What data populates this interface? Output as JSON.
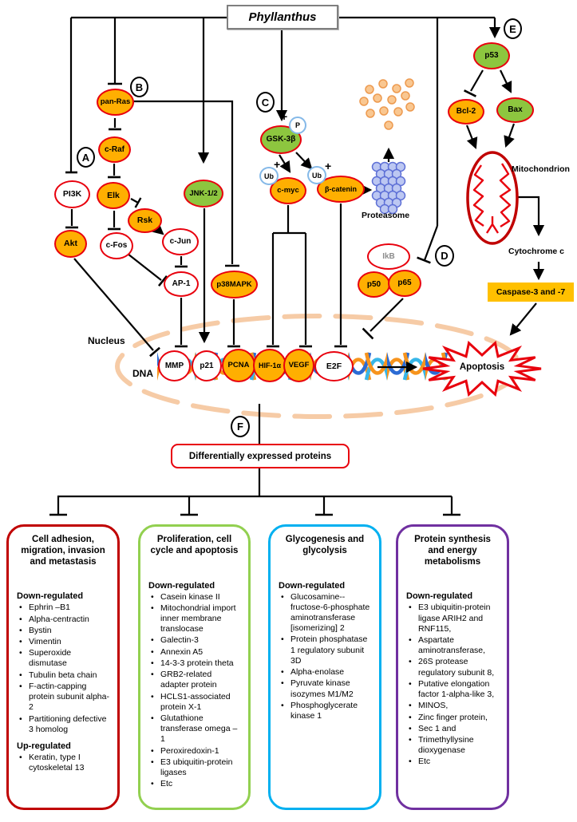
{
  "title": "Phyllanthus",
  "tags": {
    "a": "A",
    "b": "B",
    "c": "C",
    "d": "D",
    "e": "E",
    "f": "F"
  },
  "nodes": {
    "pan_ras": "pan-Ras",
    "c_raf": "c-Raf",
    "pi3k": "PI3K",
    "elk": "Elk",
    "rsk": "Rsk",
    "akt": "Akt",
    "c_fos": "c-Fos",
    "c_jun": "c-Jun",
    "ap1": "AP-1",
    "jnk": "JNK-1/2",
    "p38": "p38MAPK",
    "gsk3b": "GSK-3β",
    "p": "P",
    "ub": "Ub",
    "plus": "+",
    "c_myc": "c-myc",
    "b_catenin": "β-catenin",
    "p53": "p53",
    "bcl2": "Bcl-2",
    "bax": "Bax",
    "ikb": "IkB",
    "p50": "p50",
    "p65": "p65"
  },
  "labels": {
    "proteasome": "Proteasome",
    "mitochondrion": "Mitochondrion",
    "cytochrome_c": "Cytochrome c",
    "caspase": "Caspase-3 and -7",
    "apoptosis": "Apoptosis",
    "nucleus": "Nucleus",
    "dna": "DNA",
    "differentially_expressed": "Differentially expressed proteins"
  },
  "genes": [
    "MMP",
    "p21",
    "PCNA",
    "HIF-1α",
    "VEGF",
    "E2F"
  ],
  "categories": [
    {
      "title": "Cell adhesion, migration, invasion and metastasis",
      "down_label": "Down-regulated",
      "down_items": [
        "Ephrin –B1",
        "Alpha-centractin",
        "Bystin",
        "Vimentin",
        "Superoxide dismutase",
        "Tubulin beta chain",
        "F-actin-capping protein subunit alpha-2",
        "Partitioning defective 3 homolog"
      ],
      "up_label": "Up-regulated",
      "up_items": [
        "Keratin, type I cytoskeletal 13"
      ]
    },
    {
      "title": "Proliferation, cell cycle and apoptosis",
      "down_label": "Down-regulated",
      "down_items": [
        "Casein kinase II",
        "Mitochondrial import inner membrane translocase",
        "Galectin-3",
        "Annexin A5",
        "14-3-3 protein theta",
        "GRB2-related adapter protein",
        "HCLS1-associated protein X-1",
        "Glutathione transferase omega – 1",
        "Peroxiredoxin-1",
        "E3 ubiquitin-protein ligases",
        "Etc"
      ]
    },
    {
      "title": "Glycogenesis and glycolysis",
      "down_label": "Down-regulated",
      "down_items": [
        "Glucosamine--fructose-6-phosphate aminotransferase [isomerizing] 2",
        "Protein phosphatase 1 regulatory subunit 3D",
        "Alpha-enolase",
        "Pyruvate kinase isozymes M1/M2",
        "Phosphoglycerate kinase 1"
      ]
    },
    {
      "title": "Protein synthesis and energy metabolisms",
      "down_label": "Down-regulated",
      "down_items": [
        "E3 ubiquitin-protein ligase ARIH2 and RNF115,",
        "Aspartate aminotransferase,",
        "26S protease regulatory subunit 8,",
        "Putative elongation factor 1-alpha-like 3,",
        "MINOS,",
        "Zinc finger protein,",
        "Sec 1 and",
        "Trimethyllysine dioxygenase",
        "Etc"
      ]
    }
  ],
  "colors": {
    "node_orange": "#FFAF01",
    "node_green": "#8DC63F",
    "node_border_red": "#E8000D",
    "caspase_bg": "#FFC000",
    "box1_border": "#C00000",
    "box2_border": "#92D050",
    "box3_border": "#00B0F0",
    "box4_border": "#7030A0",
    "helix_orange": "#F7941D",
    "helix_blue": "#2B6BD4",
    "helix_cyan": "#37B6E8",
    "nucleus_stroke": "#F6CBA6",
    "proteasome_fill": "#BCC7F2",
    "dot_fill": "#F9C791",
    "mito_border": "#C00000"
  }
}
